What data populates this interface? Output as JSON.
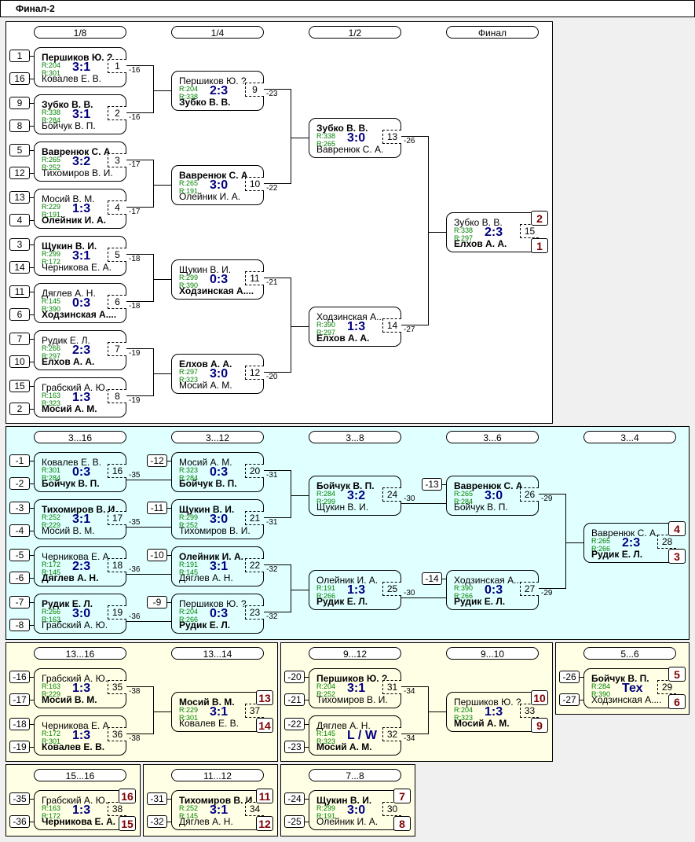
{
  "title": "Финал-2",
  "colors": {
    "main_bg": "#ffffff",
    "cyan_bg": "#e0ffff",
    "yellow_bg": "#ffffe6",
    "score": "#000080",
    "rating": "#008000",
    "place": "#800000"
  },
  "panels": [
    {
      "id": "main",
      "stages": [
        "1/8",
        "1/4",
        "1/2",
        "Финал"
      ]
    },
    {
      "id": "places3",
      "stages": [
        "3...16",
        "3...12",
        "3...8",
        "3...6",
        "3...4"
      ]
    },
    {
      "id": "places13",
      "stages": [
        "13...16",
        "13...14"
      ]
    },
    {
      "id": "places9",
      "stages": [
        "9...12",
        "9...10"
      ]
    },
    {
      "id": "places5",
      "stages": [
        "5...6"
      ]
    },
    {
      "id": "places15",
      "stages": [
        "15...16"
      ]
    },
    {
      "id": "places11",
      "stages": [
        "11...12"
      ]
    },
    {
      "id": "places7",
      "stages": [
        "7...8"
      ]
    }
  ],
  "matches": [
    {
      "n": "1",
      "p1": "Першиков Ю. ?.",
      "p2": "Ковалев Е. В.",
      "r1": "R:204",
      "r2": "R:301",
      "score": "3:1",
      "w": 1,
      "s1": "1",
      "s2": "16",
      "lose": "-16"
    },
    {
      "n": "2",
      "p1": "Зубко В. В.",
      "p2": "Бойчук В. П.",
      "r1": "R:338",
      "r2": "R:284",
      "score": "3:1",
      "w": 1,
      "s1": "9",
      "s2": "8",
      "lose": "-16"
    },
    {
      "n": "3",
      "p1": "Вавренюк С. А.",
      "p2": "Тихомиров В. И.",
      "r1": "R:265",
      "r2": "R:252",
      "score": "3:2",
      "w": 1,
      "s1": "5",
      "s2": "12",
      "lose": "-17"
    },
    {
      "n": "4",
      "p1": "Мосий В. М.",
      "p2": "Олейник И. А.",
      "r1": "R:229",
      "r2": "R:191",
      "score": "1:3",
      "w": 2,
      "s1": "13",
      "s2": "4",
      "lose": "-17"
    },
    {
      "n": "5",
      "p1": "Щукин В. И.",
      "p2": "Черникова Е. А.",
      "r1": "R:299",
      "r2": "R:172",
      "score": "3:1",
      "w": 1,
      "s1": "3",
      "s2": "14",
      "lose": "-18"
    },
    {
      "n": "6",
      "p1": "Дяглев А. Н.",
      "p2": "Ходзинская А....",
      "r1": "R:145",
      "r2": "R:390",
      "score": "0:3",
      "w": 2,
      "s1": "11",
      "s2": "6",
      "lose": "-18"
    },
    {
      "n": "7",
      "p1": "Рудик Е. Л.",
      "p2": "Елхов А. А.",
      "r1": "R:266",
      "r2": "R:297",
      "score": "2:3",
      "w": 2,
      "s1": "7",
      "s2": "10",
      "lose": "-19"
    },
    {
      "n": "8",
      "p1": "Грабский А. Ю.",
      "p2": "Мосий А. М.",
      "r1": "R:163",
      "r2": "R:323",
      "score": "1:3",
      "w": 2,
      "s1": "15",
      "s2": "2",
      "lose": "-19"
    },
    {
      "n": "9",
      "p1": "Першиков Ю. ?.",
      "p2": "Зубко В. В.",
      "r1": "R:204",
      "r2": "R:338",
      "score": "2:3",
      "w": 2,
      "lose": "-23"
    },
    {
      "n": "10",
      "p1": "Вавренюк С. А.",
      "p2": "Олейник И. А.",
      "r1": "R:265",
      "r2": "R:191",
      "score": "3:0",
      "w": 1,
      "lose": "-22"
    },
    {
      "n": "11",
      "p1": "Щукин В. И.",
      "p2": "Ходзинская А....",
      "r1": "R:299",
      "r2": "R:390",
      "score": "0:3",
      "w": 2,
      "lose": "-21"
    },
    {
      "n": "12",
      "p1": "Елхов А. А.",
      "p2": "Мосий А. М.",
      "r1": "R:297",
      "r2": "R:323",
      "score": "3:0",
      "w": 1,
      "lose": "-20"
    },
    {
      "n": "13",
      "p1": "Зубко В. В.",
      "p2": "Вавренюк С. А.",
      "r1": "R:338",
      "r2": "R:265",
      "score": "3:0",
      "w": 1,
      "lose": "-26"
    },
    {
      "n": "14",
      "p1": "Ходзинская А....",
      "p2": "Елхов А. А.",
      "r1": "R:390",
      "r2": "R:297",
      "score": "1:3",
      "w": 2,
      "lose": "-27"
    },
    {
      "n": "15",
      "p1": "Зубко В. В.",
      "p2": "Елхов А. А.",
      "r1": "R:338",
      "r2": "R:297",
      "score": "2:3",
      "w": 2,
      "pl1": "2",
      "pl2": "1"
    },
    {
      "n": "16",
      "p1": "Ковалев Е. В.",
      "p2": "Бойчук В. П.",
      "r1": "R:301",
      "r2": "R:284",
      "score": "0:3",
      "w": 2,
      "s1": "-1",
      "s2": "-2",
      "lose": "-35"
    },
    {
      "n": "17",
      "p1": "Тихомиров В. И.",
      "p2": "Мосий В. М.",
      "r1": "R:252",
      "r2": "R:229",
      "score": "3:1",
      "w": 1,
      "s1": "-3",
      "s2": "-4",
      "lose": "-35"
    },
    {
      "n": "18",
      "p1": "Черникова Е. А.",
      "p2": "Дяглев А. Н.",
      "r1": "R:172",
      "r2": "R:145",
      "score": "2:3",
      "w": 2,
      "s1": "-5",
      "s2": "-6",
      "lose": "-36"
    },
    {
      "n": "19",
      "p1": "Рудик Е. Л.",
      "p2": "Грабский А. Ю.",
      "r1": "R:266",
      "r2": "R:163",
      "score": "3:0",
      "w": 1,
      "s1": "-7",
      "s2": "-8",
      "lose": "-36"
    },
    {
      "n": "20",
      "p1": "Мосий А. М.",
      "p2": "Бойчук В. П.",
      "r1": "R:323",
      "r2": "R:284",
      "score": "0:3",
      "w": 2,
      "s1": "-12",
      "lose": "-31"
    },
    {
      "n": "21",
      "p1": "Щукин В. И.",
      "p2": "Тихомиров В. И.",
      "r1": "R:299",
      "r2": "R:252",
      "score": "3:0",
      "w": 1,
      "s1": "-11",
      "lose": "-31"
    },
    {
      "n": "22",
      "p1": "Олейник И. А.",
      "p2": "Дяглев А. Н.",
      "r1": "R:191",
      "r2": "R:145",
      "score": "3:1",
      "w": 1,
      "s1": "-10",
      "lose": "-32"
    },
    {
      "n": "23",
      "p1": "Першиков Ю. ?.",
      "p2": "Рудик Е. Л.",
      "r1": "R:204",
      "r2": "R:266",
      "score": "0:3",
      "w": 2,
      "s1": "-9",
      "lose": "-32"
    },
    {
      "n": "24",
      "p1": "Бойчук В. П.",
      "p2": "Щукин В. И.",
      "r1": "R:284",
      "r2": "R:299",
      "score": "3:2",
      "w": 1,
      "lose": "-30"
    },
    {
      "n": "25",
      "p1": "Олейник И. А.",
      "p2": "Рудик Е. Л.",
      "r1": "R:191",
      "r2": "R:266",
      "score": "1:3",
      "w": 2,
      "lose": "-30"
    },
    {
      "n": "26",
      "p1": "Вавренюк С. А.",
      "p2": "Бойчук В. П.",
      "r1": "R:265",
      "r2": "R:284",
      "score": "3:0",
      "w": 1,
      "s1": "-13",
      "lose": "-29"
    },
    {
      "n": "27",
      "p1": "Ходзинская А....",
      "p2": "Рудик Е. Л.",
      "r1": "R:390",
      "r2": "R:266",
      "score": "0:3",
      "w": 2,
      "s1": "-14",
      "lose": "-29"
    },
    {
      "n": "28",
      "p1": "Вавренюк С. А.",
      "p2": "Рудик Е. Л.",
      "r1": "R:265",
      "r2": "R:266",
      "score": "2:3",
      "w": 2,
      "pl1": "4",
      "pl2": "3"
    },
    {
      "n": "35",
      "p1": "Грабский А. Ю.",
      "p2": "Мосий В. М.",
      "r1": "R:163",
      "r2": "R:229",
      "score": "1:3",
      "w": 2,
      "s1": "-16",
      "s2": "-17",
      "lose": "-38"
    },
    {
      "n": "36",
      "p1": "Черникова Е. А.",
      "p2": "Ковалев Е. В.",
      "r1": "R:172",
      "r2": "R:301",
      "score": "1:3",
      "w": 2,
      "s1": "-18",
      "s2": "-19",
      "lose": "-38"
    },
    {
      "n": "37",
      "p1": "Мосий В. М.",
      "p2": "Ковалев Е. В.",
      "r1": "R:229",
      "r2": "R:301",
      "score": "3:1",
      "w": 1,
      "pl1": "13",
      "pl2": "14"
    },
    {
      "n": "31",
      "p1": "Першиков Ю. ?.",
      "p2": "Тихомиров В. И.",
      "r1": "R:204",
      "r2": "R:252",
      "score": "3:1",
      "w": 1,
      "s1": "-20",
      "s2": "-21",
      "lose": "-34"
    },
    {
      "n": "32",
      "p1": "Дяглев А. Н.",
      "p2": "Мосий А. М.",
      "r1": "R:145",
      "r2": "R:323",
      "score": "L / W",
      "w": 2,
      "s1": "-22",
      "s2": "-23",
      "lose": "-34"
    },
    {
      "n": "33",
      "p1": "Першиков Ю. ?.",
      "p2": "Мосий А. М.",
      "r1": "R:204",
      "r2": "R:323",
      "score": "1:3",
      "w": 2,
      "pl1": "10",
      "pl2": "9"
    },
    {
      "n": "29",
      "p1": "Бойчук В. П.",
      "p2": "Ходзинская А....",
      "r1": "R:284",
      "r2": "R:390",
      "score": "Тех",
      "w": 1,
      "s1": "-26",
      "s2": "-27",
      "pl1": "5",
      "pl2": "6"
    },
    {
      "n": "38",
      "p1": "Грабский А. Ю.",
      "p2": "Черникова Е. А.",
      "r1": "R:163",
      "r2": "R:172",
      "score": "1:3",
      "w": 2,
      "s1": "-35",
      "s2": "-36",
      "pl1": "16",
      "pl2": "15"
    },
    {
      "n": "34",
      "p1": "Тихомиров В. И.",
      "p2": "Дяглев А. Н.",
      "r1": "R:252",
      "r2": "R:145",
      "score": "3:1",
      "w": 1,
      "s1": "-31",
      "s2": "-32",
      "pl1": "11",
      "pl2": "12"
    },
    {
      "n": "30",
      "p1": "Щукин В. И.",
      "p2": "Олейник И. А.",
      "r1": "R:299",
      "r2": "R:191",
      "score": "3:0",
      "w": 1,
      "s1": "-24",
      "s2": "-25",
      "pl1": "7",
      "pl2": "8"
    }
  ]
}
